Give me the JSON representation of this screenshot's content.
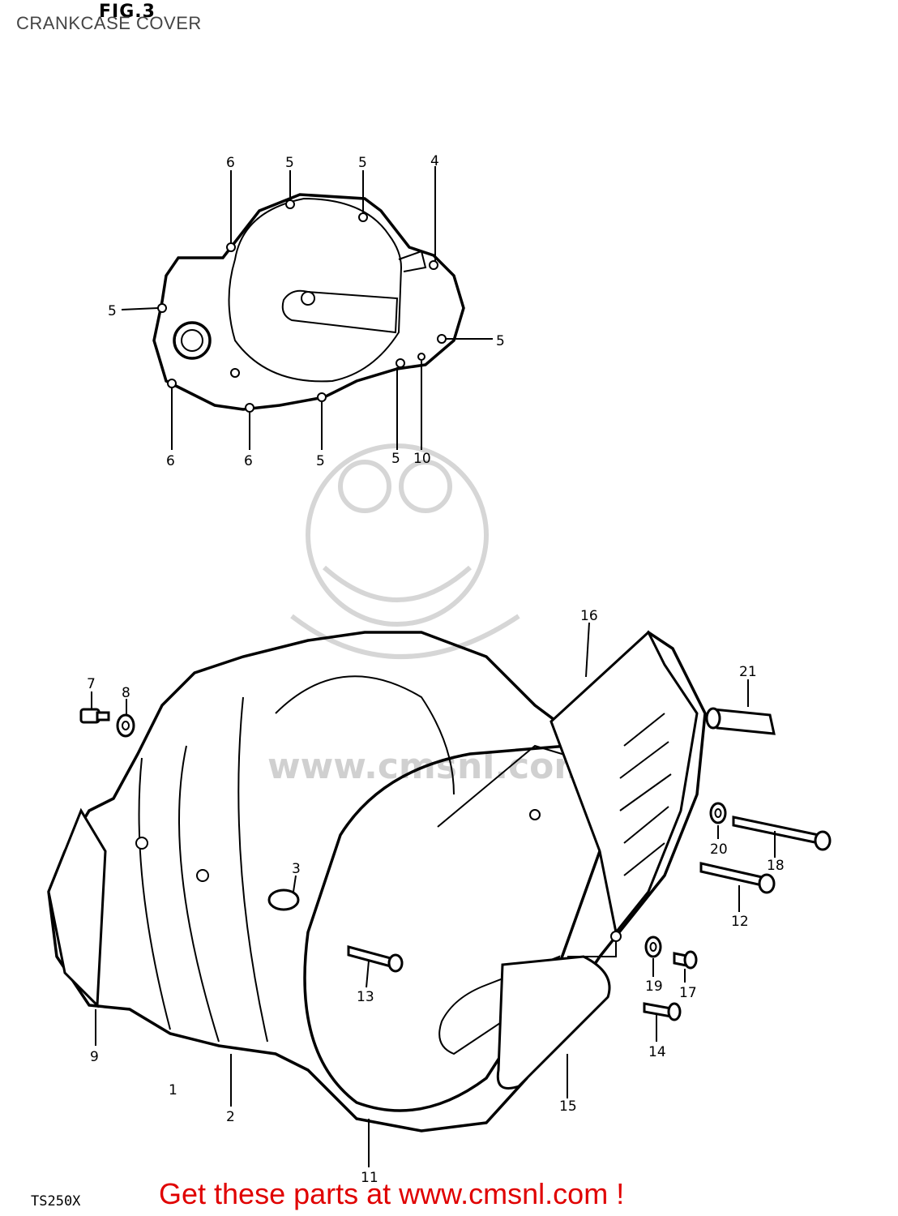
{
  "header": {
    "fig_label": "FIG.3",
    "title": "CRANKCASE COVER"
  },
  "footer": {
    "model_code": "TS250X",
    "promo_text": "Get these parts at www.cmsnl.com !",
    "promo_color": "#e00000"
  },
  "watermark": {
    "text": "www.cmsnl.com",
    "icon": "mascot-watermark-icon"
  },
  "callouts": {
    "c6_top": "6",
    "c5_top_a": "5",
    "c5_top_b": "5",
    "c4": "4",
    "c5_left": "5",
    "c5_right": "5",
    "c6_bl": "6",
    "c6_bm": "6",
    "c5_bm": "5",
    "c5_br": "5",
    "c10": "10",
    "c16": "16",
    "c21": "21",
    "c7": "7",
    "c8": "8",
    "c3": "3",
    "c20": "20",
    "c18": "18",
    "c12": "12",
    "c13": "13",
    "c19": "19",
    "c17": "17",
    "c14": "14",
    "c9": "9",
    "c1": "1",
    "c2": "2",
    "c15": "15",
    "c11": "11"
  }
}
